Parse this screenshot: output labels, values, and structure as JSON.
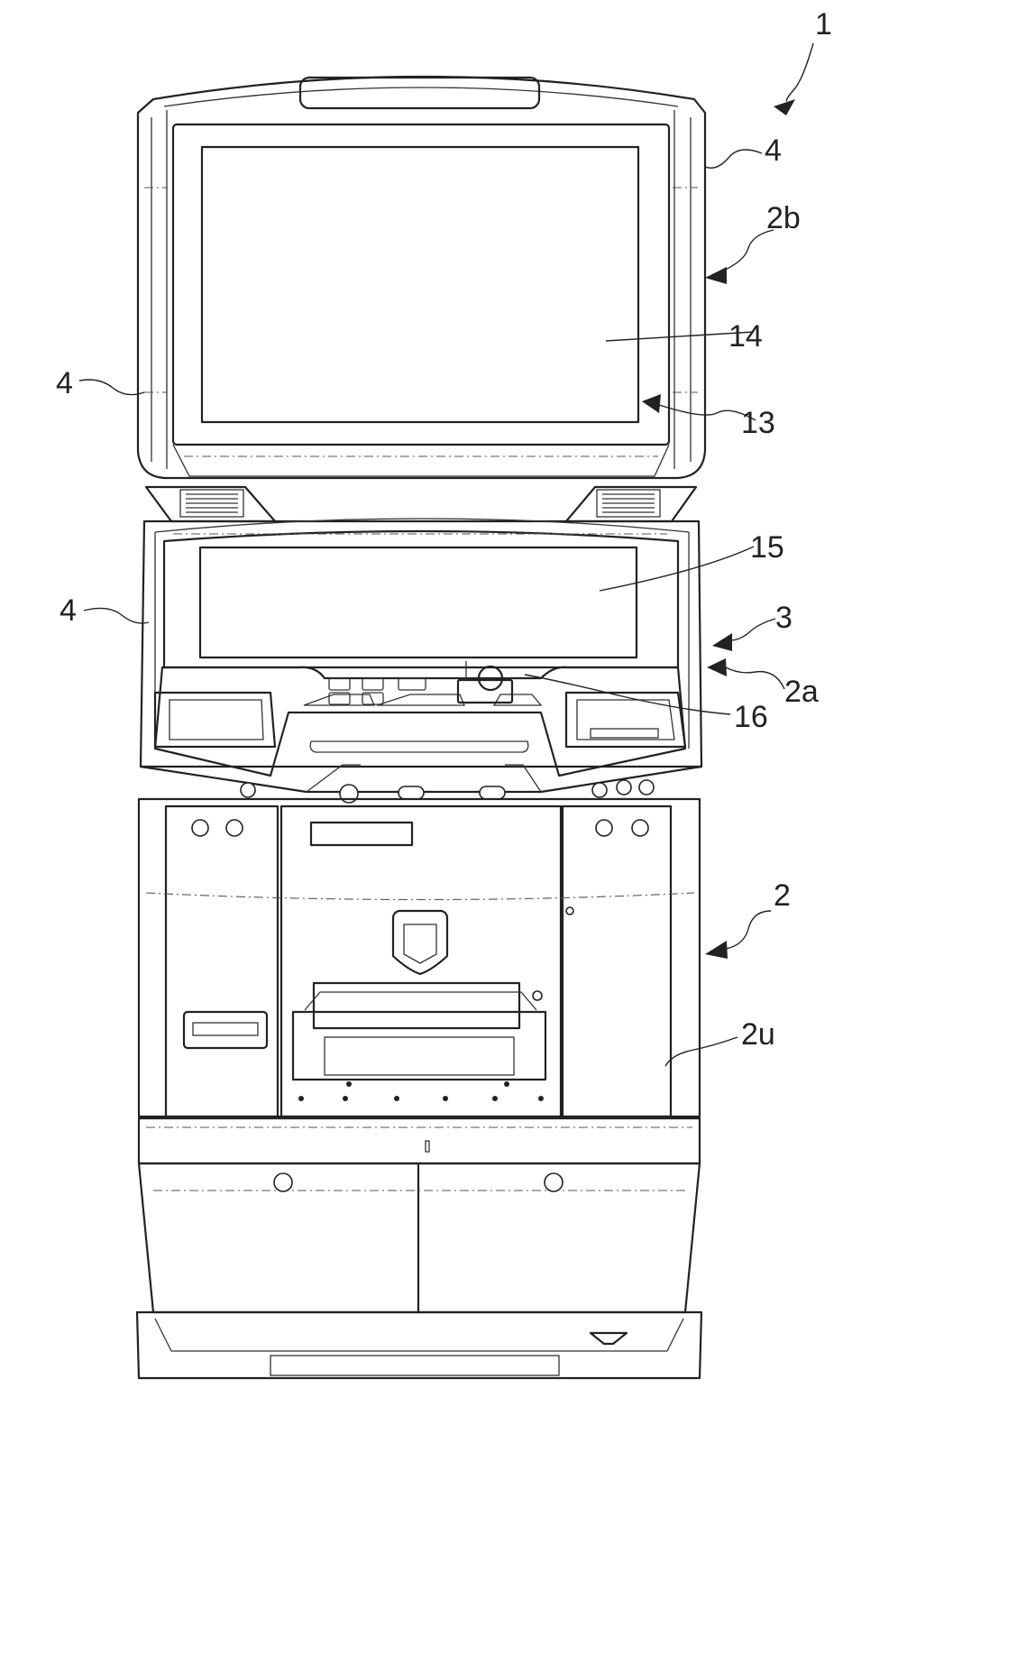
{
  "labels": {
    "l1": "1",
    "l4_top": "4",
    "l2b": "2b",
    "l14": "14",
    "l4_left_upper": "4",
    "l13": "13",
    "l15": "15",
    "l4_left_lower": "4",
    "l3": "3",
    "l2a": "2a",
    "l16": "16",
    "l2": "2",
    "l2u": "2u"
  }
}
